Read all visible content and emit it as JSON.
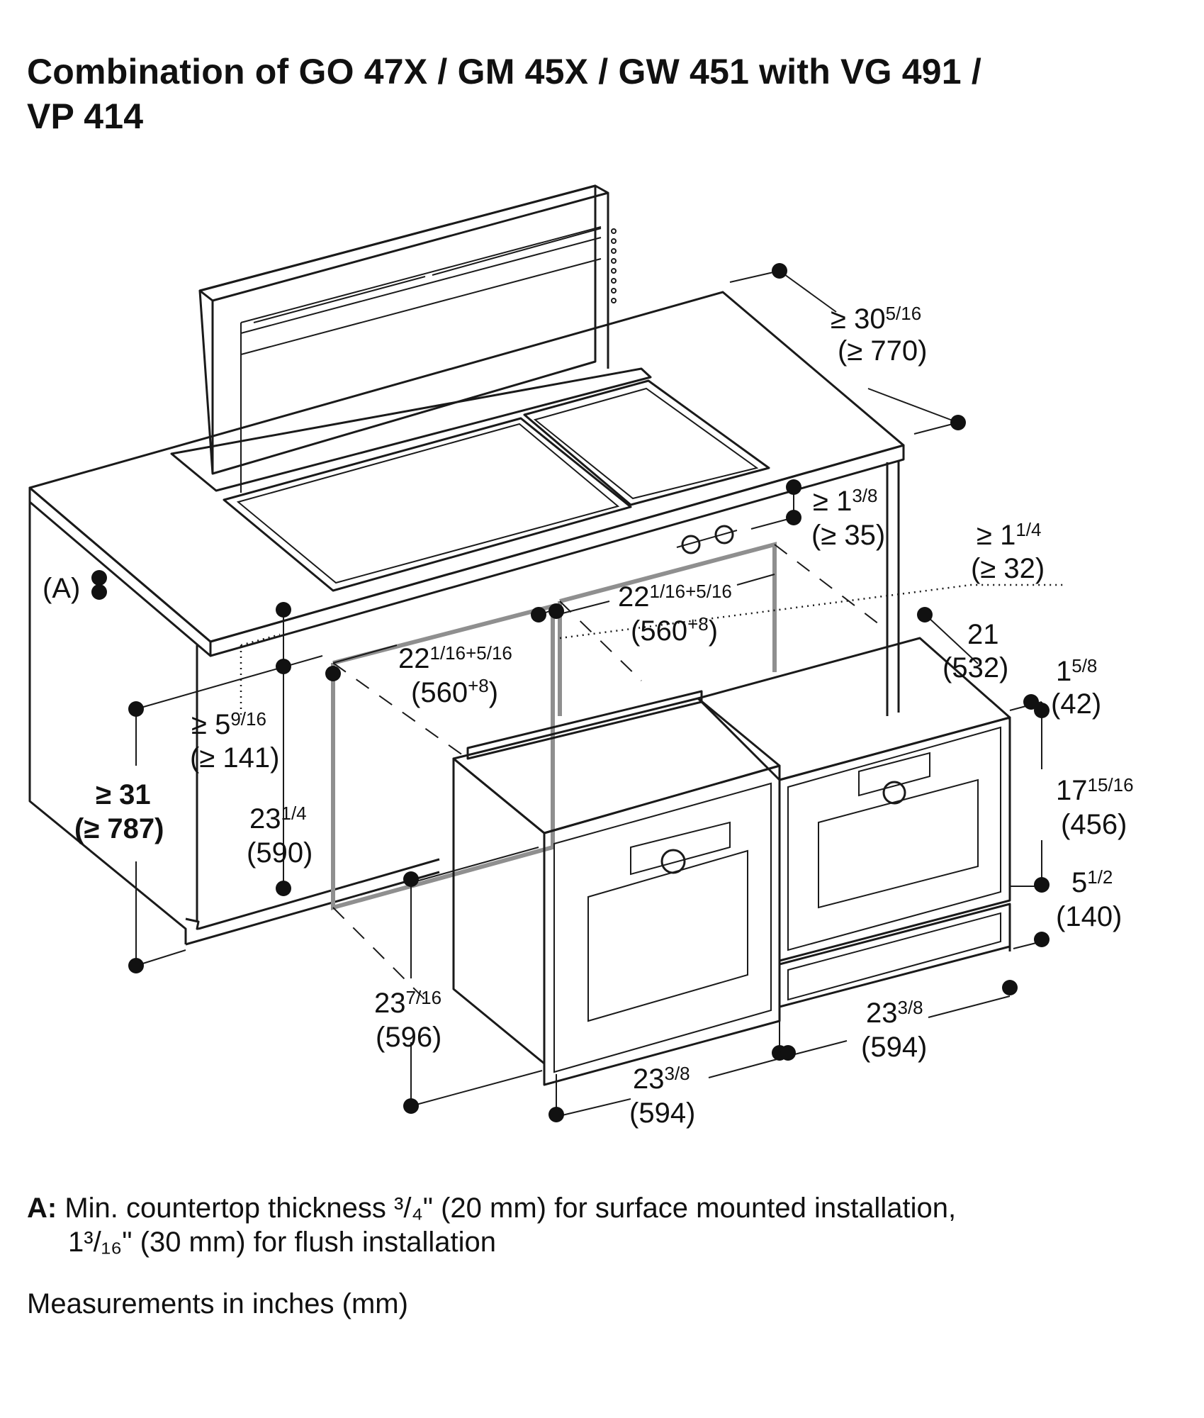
{
  "title": {
    "line1": "Combination of GO 47X / GM 45X / GW 451 with VG 491 /",
    "line2": "VP 414"
  },
  "dimensions": {
    "depth_clearance": {
      "inch_ge": "≥ 30",
      "inch_frac": "5/16",
      "mm": "(≥ 770)"
    },
    "panel_gap": {
      "inch_ge": "≥ 1",
      "inch_frac": "3/8",
      "mm": "(≥ 35)"
    },
    "side_gap": {
      "inch_ge": "≥ 1",
      "inch_frac": "1/4",
      "mm": "(≥ 32)"
    },
    "counter_label": "(A)",
    "cutout_width_right": {
      "inch": "22",
      "inch_frac": "1/16+5/16",
      "mm": "(560",
      "mm_sup": "+8",
      "mm_close": ")"
    },
    "cutout_width_left": {
      "inch": "22",
      "inch_frac": "1/16+5/16",
      "mm": "(560",
      "mm_sup": "+8",
      "mm_close": ")"
    },
    "cutout_depth": {
      "inch": "21",
      "mm": "(532)"
    },
    "front_offset": {
      "inch": "1",
      "inch_frac": "5/8",
      "mm": "(42)"
    },
    "top_gap": {
      "inch_ge": "≥ 5",
      "inch_frac": "9/16",
      "mm": "(≥ 141)"
    },
    "counter_height": {
      "inch": "≥ 31",
      "mm": "(≥ 787)"
    },
    "cutout_height": {
      "inch": "23",
      "inch_frac": "1/4",
      "mm": "(590)"
    },
    "warming_drawer_oven_height": {
      "inch": "17",
      "inch_frac": "15/16",
      "mm": "(456)"
    },
    "drawer_height": {
      "inch": "5",
      "inch_frac": "1/2",
      "mm": "(140)"
    },
    "oven_depth": {
      "inch": "23",
      "inch_frac": "7/16",
      "mm": "(596)"
    },
    "oven_width": {
      "inch": "23",
      "inch_frac": "3/8",
      "mm": "(594)"
    },
    "combi_width": {
      "inch": "23",
      "inch_frac": "3/8",
      "mm": "(594)"
    }
  },
  "footnote": {
    "key": "A:",
    "line1": "Min. countertop thickness ³/₄\" (20 mm) for surface mounted installation,",
    "line2": "1³/₁₆\" (30 mm) for flush installation"
  },
  "units_note": "Measurements in inches (mm)"
}
